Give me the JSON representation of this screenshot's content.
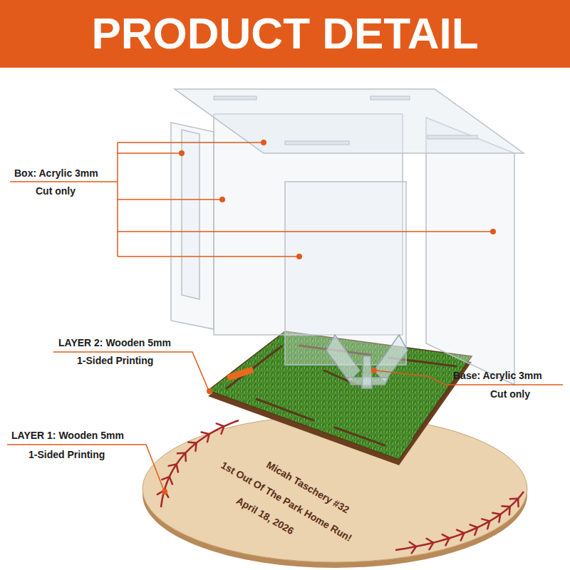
{
  "diagram": {
    "title": "PRODUCT DETAIL",
    "labels": [
      "Box: Acrylic 3mm",
      "Cut only",
      "LAYER 2: Wooden 5mm",
      "1-Sided Printing",
      "Base: Acrylic 3mm",
      "Cut only",
      "LAYER 1: Wooden 5mm",
      "1-Sided Printing",
      "Micah Taschery #32",
      "1st Out Of The Park Home Run!",
      "April 18, 2026"
    ]
  }
}
